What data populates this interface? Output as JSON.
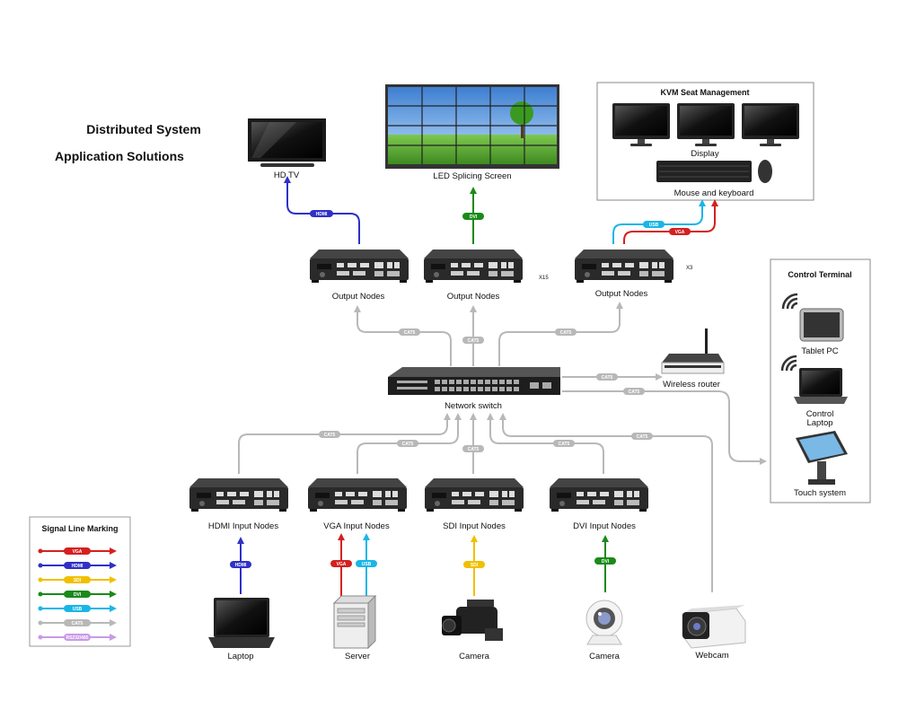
{
  "title": {
    "line1": "Distributed  System",
    "line2": "Application   Solutions"
  },
  "devices": {
    "hdtv": "HD TV",
    "led": "LED Splicing Screen",
    "out1": "Output Nodes",
    "out2": "Output Nodes",
    "out3": "Output Nodes",
    "x15": "X15",
    "x3": "X3",
    "switch": "Network switch",
    "router": "Wireless router",
    "in_hdmi": "HDMI Input Nodes",
    "in_vga": "VGA Input Nodes",
    "in_sdi": "SDI Input Nodes",
    "in_dvi": "DVI Input Nodes",
    "laptop": "Laptop",
    "server": "Server",
    "camera1": "Camera",
    "camera2": "Camera",
    "webcam": "Webcam"
  },
  "kvm": {
    "title": "KVM Seat Management",
    "display": "Display",
    "mouse": "Mouse and keyboard"
  },
  "control": {
    "title": "Control Terminal",
    "tablet": "Tablet PC",
    "laptop1": "Control",
    "laptop2": "Laptop",
    "touch": "Touch system"
  },
  "tags": {
    "hdmi": "HDMI",
    "dvi": "DVI",
    "usb": "USB",
    "vga": "VGA",
    "sdi": "SDI",
    "cat5": "CAT5"
  },
  "legend": {
    "title": "Signal Line Marking",
    "items": [
      {
        "label": "VGA",
        "color": "#d42020"
      },
      {
        "label": "HDMI",
        "color": "#3030c8"
      },
      {
        "label": "SDI",
        "color": "#f0c000"
      },
      {
        "label": "DVI",
        "color": "#1a8a1a"
      },
      {
        "label": "USB",
        "color": "#1ab6e6"
      },
      {
        "label": "CAT5",
        "color": "#b8b8b8"
      },
      {
        "label": "RS232/485",
        "color": "#c89ae6"
      }
    ]
  },
  "colors": {
    "vga": "#d42020",
    "hdmi": "#3030c8",
    "sdi": "#f0c000",
    "dvi": "#1a8a1a",
    "usb": "#1ab6e6",
    "cat5": "#b8b8b8",
    "rs232": "#c89ae6"
  }
}
